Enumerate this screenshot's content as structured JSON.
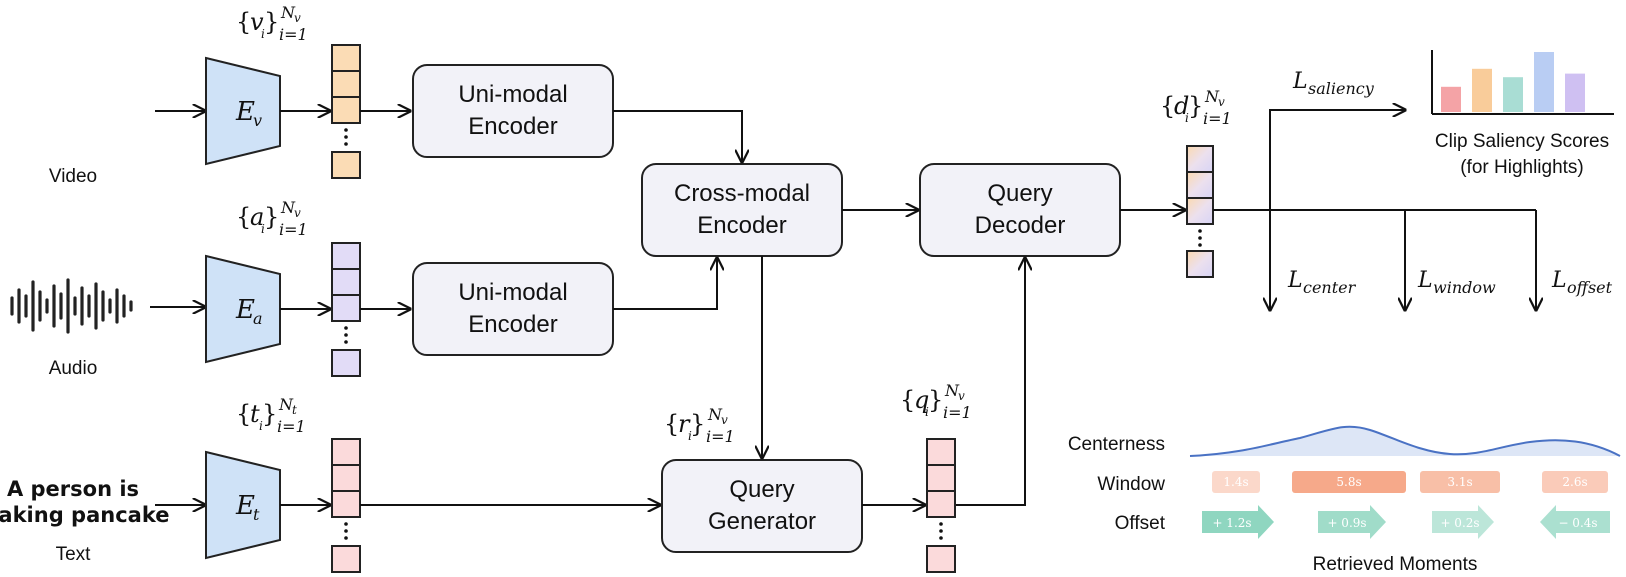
{
  "inputs": {
    "video_label": "Video",
    "audio_label": "Audio",
    "text_label": "Text",
    "text_query_line1": "A person is",
    "text_query_line2": "making pancake"
  },
  "encoders": {
    "video": "v",
    "audio": "a",
    "text": "t"
  },
  "tokens": {
    "video_base": "v",
    "video_sup": "N",
    "video_supsub": "v",
    "audio_base": "a",
    "audio_sup": "N",
    "audio_supsub": "v",
    "text_base": "t",
    "text_sup": "N",
    "text_supsub": "t",
    "r_base": "r",
    "r_sup": "N",
    "r_supsub": "v",
    "q_base": "q",
    "q_sup": "N",
    "q_supsub": "v",
    "d_base": "d",
    "d_sup": "N",
    "d_supsub": "v",
    "sub_range": "i=1"
  },
  "modules": {
    "uni_video_line1": "Uni-modal",
    "uni_video_line2": "Encoder",
    "uni_audio_line1": "Uni-modal",
    "uni_audio_line2": "Encoder",
    "cross_line1": "Cross-modal",
    "cross_line2": "Encoder",
    "decoder_line1": "Query",
    "decoder_line2": "Decoder",
    "generator_line1": "Query",
    "generator_line2": "Generator"
  },
  "losses": {
    "saliency": "saliency",
    "center": "center",
    "window": "window",
    "offset": "offset"
  },
  "saliency_chart": {
    "caption_line1": "Clip Saliency Scores",
    "caption_line2": "(for Highlights)",
    "bars": [
      {
        "value": 0.42,
        "color": "#f4a3a6"
      },
      {
        "value": 0.72,
        "color": "#f9cc9a"
      },
      {
        "value": 0.58,
        "color": "#a9ddd4"
      },
      {
        "value": 1.0,
        "color": "#b9cdf3"
      },
      {
        "value": 0.64,
        "color": "#cfc0f2"
      }
    ]
  },
  "moments": {
    "centerness_label": "Centerness",
    "window_label": "Window",
    "offset_label": "Offset",
    "caption": "Retrieved Moments",
    "windows": [
      "1.4s",
      "5.8s",
      "3.1s",
      "2.6s"
    ],
    "offsets": [
      "+ 1.2s",
      "+ 0.9s",
      "+ 0.2s",
      "− 0.4s"
    ]
  },
  "colors": {
    "encoder_fill": "#cfe2f7",
    "box_fill": "#f2f2f8",
    "video_token": "#fbdcb5",
    "audio_token": "#e2dcf7",
    "text_token": "#fbdadb",
    "curve": "#4a72c4",
    "window_chip": "#f6a98a",
    "offset_chip": "#8fd6c0"
  }
}
